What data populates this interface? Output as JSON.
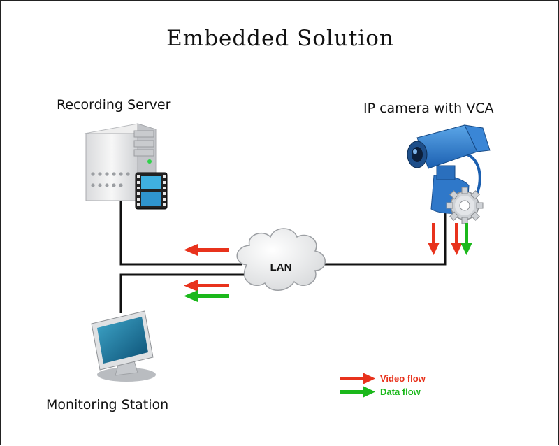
{
  "title": "Embedded Solution",
  "nodes": {
    "recording_server": "Recording Server",
    "ip_camera": "IP camera with VCA",
    "monitoring_station": "Monitoring Station",
    "network": "LAN"
  },
  "legend": [
    {
      "label": "Video flow",
      "color": "#e8321c"
    },
    {
      "label": "Data flow",
      "color": "#1bb81b"
    }
  ],
  "colors": {
    "video_flow": "#e8321c",
    "data_flow": "#1bb81b",
    "cable": "#111111"
  },
  "icons": [
    "server-icon",
    "film-strip-icon",
    "camera-icon",
    "gear-icon",
    "monitor-icon",
    "cloud-icon"
  ]
}
